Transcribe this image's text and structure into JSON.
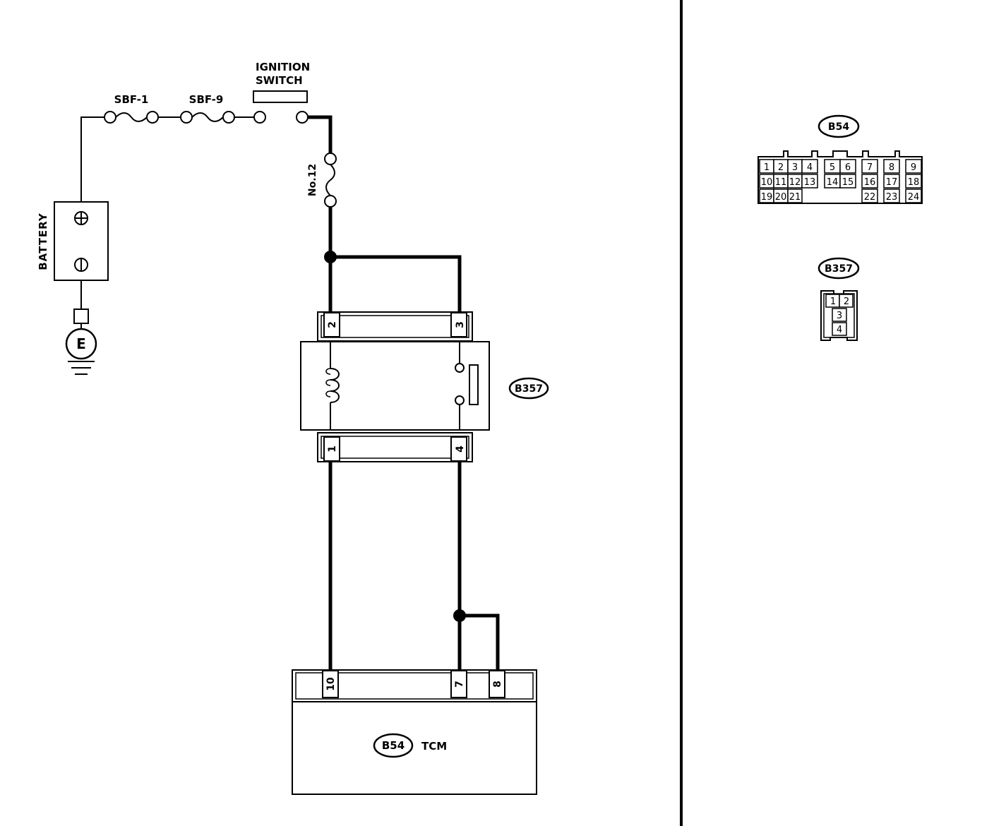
{
  "battery": {
    "label": "BATTERY",
    "ground_label": "E"
  },
  "fuses": {
    "sbf1": "SBF-1",
    "sbf9": "SBF-9",
    "no12": "No.12"
  },
  "ignition": {
    "line1": "IGNITION",
    "line2": "SWITCH"
  },
  "relay": {
    "connector": "B357",
    "top_pins": [
      "2",
      "3"
    ],
    "bottom_pins": [
      "1",
      "4"
    ]
  },
  "tcm": {
    "connector": "B54",
    "label": "TCM",
    "pins": [
      "10",
      "7",
      "8"
    ]
  },
  "connector_views": {
    "b54": {
      "label": "B54",
      "row1": [
        "1",
        "2",
        "3",
        "4",
        "5",
        "6",
        "7",
        "8",
        "9"
      ],
      "row2": [
        "10",
        "11",
        "12",
        "13",
        "14",
        "15",
        "16",
        "17",
        "18"
      ],
      "row3": [
        "19",
        "20",
        "21",
        "22",
        "23",
        "24"
      ]
    },
    "b357": {
      "label": "B357",
      "pins": [
        "1",
        "2",
        "3",
        "4"
      ]
    }
  }
}
